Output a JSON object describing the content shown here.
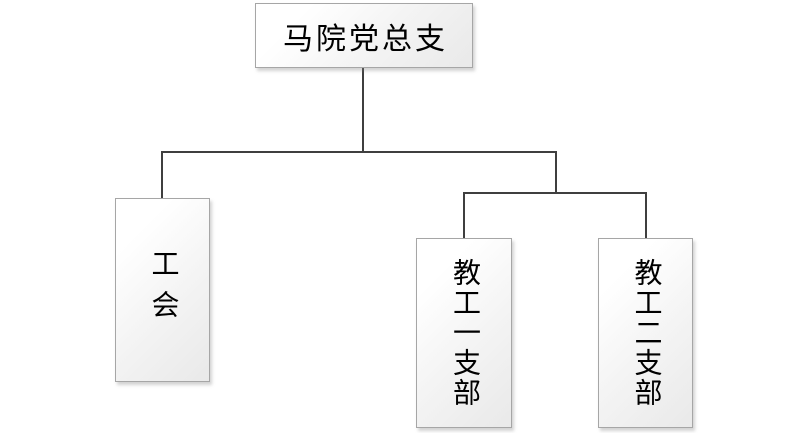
{
  "diagram": {
    "type": "org-chart",
    "root": {
      "label": "马院党总支"
    },
    "children": [
      {
        "label": "工会"
      },
      {
        "label": "教工一支部"
      },
      {
        "label": "教工二支部"
      }
    ],
    "edges": [
      {
        "from": "马院党总支",
        "to": "工会"
      },
      {
        "from": "马院党总支",
        "to": "教工一支部"
      },
      {
        "from": "马院党总支",
        "to": "教工二支部"
      }
    ]
  },
  "colors": {
    "connector": "#3f3f3f",
    "box_border": "#a6a6a6",
    "box_fill_top": "#ffffff",
    "box_fill_bottom": "#e9e9e9",
    "text": "#000000",
    "background": "#ffffff"
  }
}
